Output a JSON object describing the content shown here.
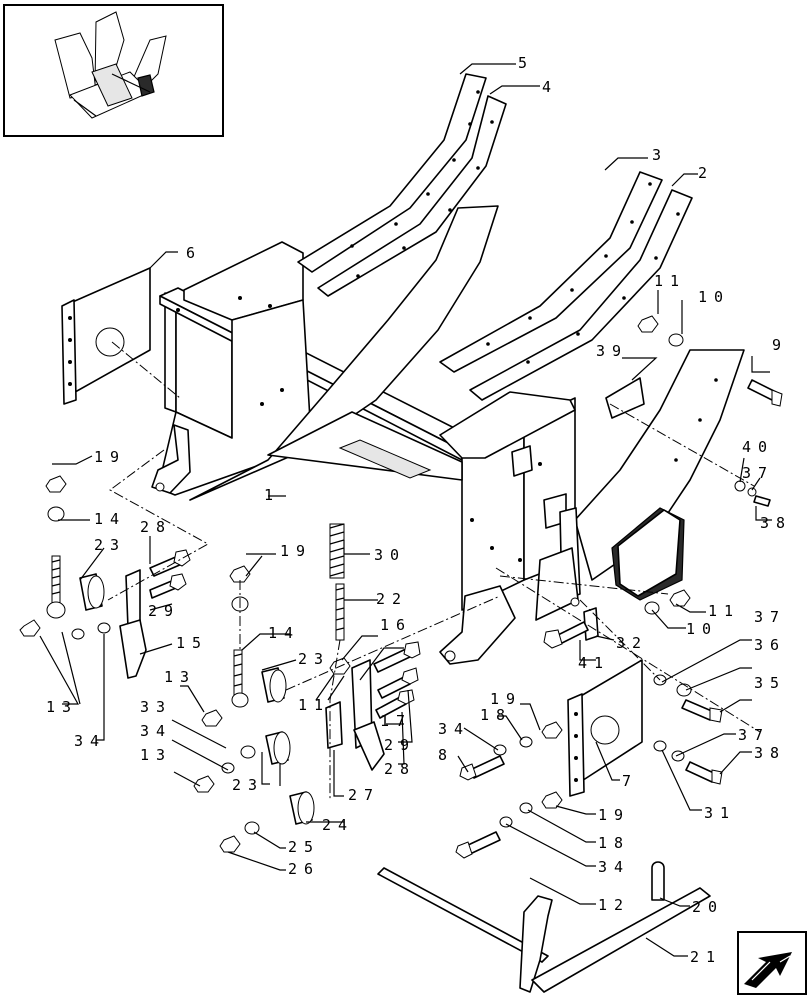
{
  "callouts": [
    {
      "id": "c1",
      "text": "1"
    },
    {
      "id": "c2",
      "text": "2"
    },
    {
      "id": "c3",
      "text": "3"
    },
    {
      "id": "c4",
      "text": "4"
    },
    {
      "id": "c5",
      "text": "5"
    },
    {
      "id": "c6",
      "text": "6"
    },
    {
      "id": "c7",
      "text": "7"
    },
    {
      "id": "c8",
      "text": "8"
    },
    {
      "id": "c9",
      "text": "9"
    },
    {
      "id": "c10a",
      "text": "10"
    },
    {
      "id": "c10b",
      "text": "10"
    },
    {
      "id": "c11a",
      "text": "11"
    },
    {
      "id": "c11b",
      "text": "11"
    },
    {
      "id": "c11c",
      "text": "11"
    },
    {
      "id": "c12",
      "text": "12"
    },
    {
      "id": "c13a",
      "text": "13"
    },
    {
      "id": "c13b",
      "text": "13"
    },
    {
      "id": "c13c",
      "text": "13"
    },
    {
      "id": "c14a",
      "text": "14"
    },
    {
      "id": "c14b",
      "text": "14"
    },
    {
      "id": "c15",
      "text": "15"
    },
    {
      "id": "c16",
      "text": "16"
    },
    {
      "id": "c17",
      "text": "17"
    },
    {
      "id": "c18a",
      "text": "18"
    },
    {
      "id": "c18b",
      "text": "18"
    },
    {
      "id": "c19a",
      "text": "19"
    },
    {
      "id": "c19b",
      "text": "19"
    },
    {
      "id": "c19c",
      "text": "19"
    },
    {
      "id": "c19d",
      "text": "19"
    },
    {
      "id": "c20",
      "text": "20"
    },
    {
      "id": "c21",
      "text": "21"
    },
    {
      "id": "c22",
      "text": "22"
    },
    {
      "id": "c23a",
      "text": "23"
    },
    {
      "id": "c23b",
      "text": "23"
    },
    {
      "id": "c23c",
      "text": "23"
    },
    {
      "id": "c24",
      "text": "24"
    },
    {
      "id": "c25",
      "text": "25"
    },
    {
      "id": "c26",
      "text": "26"
    },
    {
      "id": "c27",
      "text": "27"
    },
    {
      "id": "c28a",
      "text": "28"
    },
    {
      "id": "c28b",
      "text": "28"
    },
    {
      "id": "c29a",
      "text": "29"
    },
    {
      "id": "c29b",
      "text": "29"
    },
    {
      "id": "c30",
      "text": "30"
    },
    {
      "id": "c31",
      "text": "31"
    },
    {
      "id": "c32",
      "text": "32"
    },
    {
      "id": "c33",
      "text": "33"
    },
    {
      "id": "c34a",
      "text": "34"
    },
    {
      "id": "c34b",
      "text": "34"
    },
    {
      "id": "c34c",
      "text": "34"
    },
    {
      "id": "c35",
      "text": "35"
    },
    {
      "id": "c36",
      "text": "36"
    },
    {
      "id": "c37a",
      "text": "37"
    },
    {
      "id": "c37b",
      "text": "37"
    },
    {
      "id": "c37c",
      "text": "37"
    },
    {
      "id": "c38a",
      "text": "38"
    },
    {
      "id": "c38b",
      "text": "38"
    },
    {
      "id": "c39",
      "text": "39"
    },
    {
      "id": "c40",
      "text": "40"
    },
    {
      "id": "c41",
      "text": "41"
    }
  ],
  "icons": {
    "thumbnail": "assembly-thumbnail-icon",
    "navigation": "next-page-arrow-icon"
  }
}
